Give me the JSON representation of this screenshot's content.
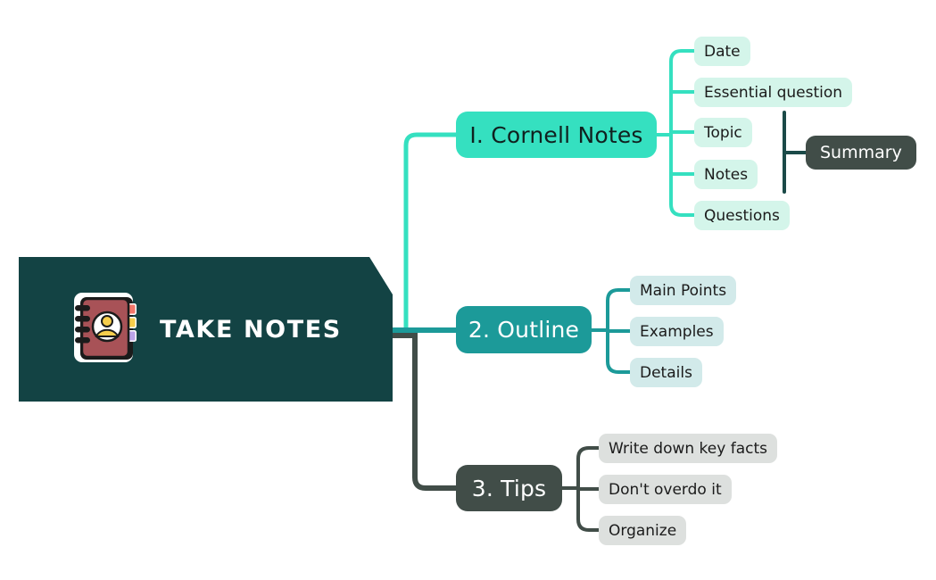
{
  "diagram": {
    "title": "TAKE NOTES",
    "icon": "notebook-contacts-icon"
  },
  "colors": {
    "root_bg": "#134344",
    "cornell": "#35E0C0",
    "outline": "#1C9A99",
    "tips": "#414D48",
    "cornell_leaf_bg": "#D4F5EA",
    "outline_leaf_bg": "#D2EAEA",
    "tips_leaf_bg": "#DDE0DE",
    "summary_bg": "#414D48"
  },
  "branches": [
    {
      "label": "I. Cornell Notes",
      "leaves": [
        {
          "label": "Date"
        },
        {
          "label": "Essential question"
        },
        {
          "label": "Topic"
        },
        {
          "label": "Notes"
        },
        {
          "label": "Questions"
        }
      ],
      "aside": {
        "label": "Summary"
      }
    },
    {
      "label": "2. Outline",
      "leaves": [
        {
          "label": "Main Points"
        },
        {
          "label": "Examples"
        },
        {
          "label": "Details"
        }
      ]
    },
    {
      "label": "3. Tips",
      "leaves": [
        {
          "label": "Write down key facts"
        },
        {
          "label": "Don't  overdo it"
        },
        {
          "label": "Organize"
        }
      ]
    }
  ]
}
